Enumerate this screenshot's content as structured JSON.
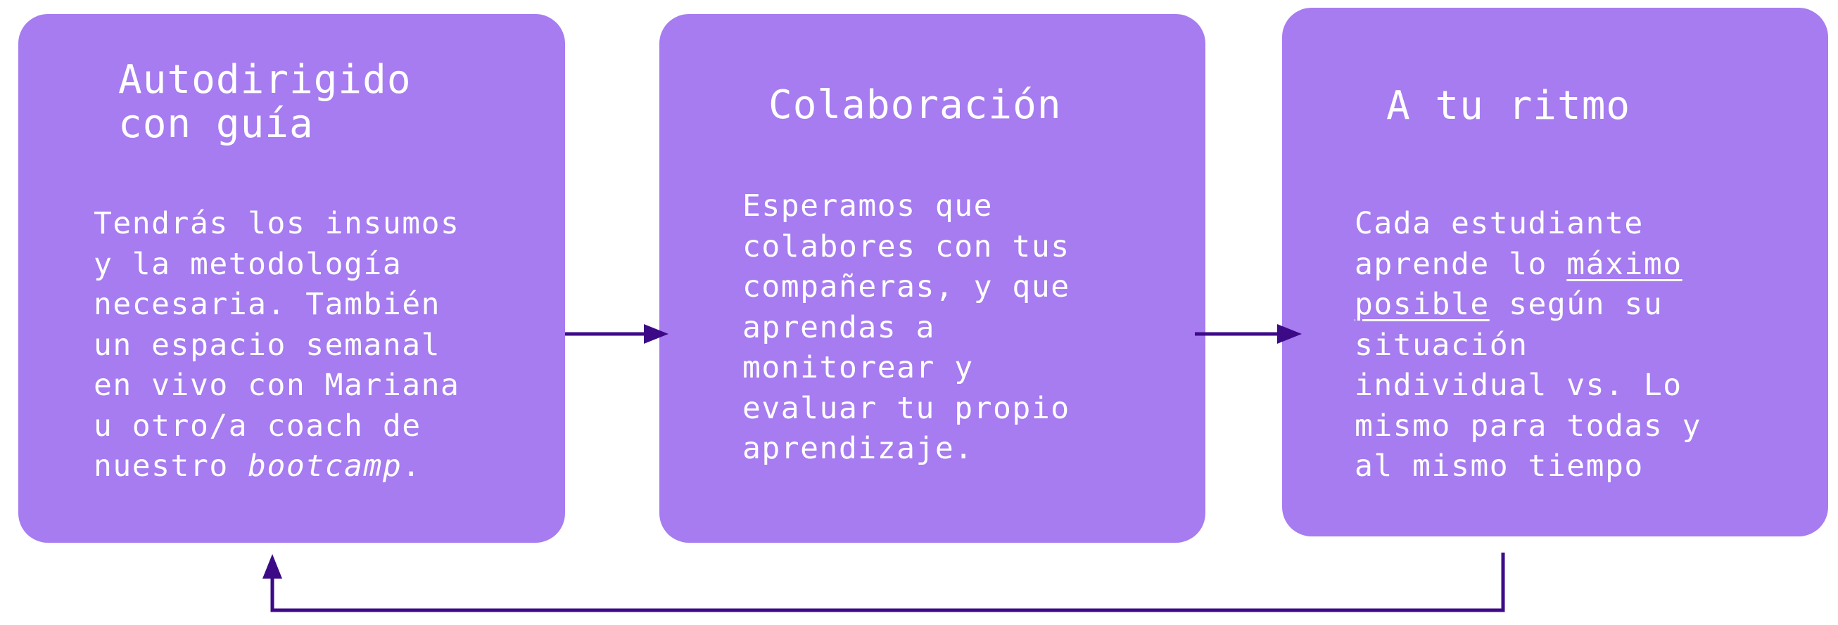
{
  "cards": [
    {
      "title": "Autodirigido\ncon guía",
      "body_lines": [
        "Tendrás los insumos",
        "y la metodología",
        "necesaria. También",
        "un espacio semanal",
        "en vivo con Mariana",
        "u otro/a coach de"
      ],
      "body_last_prefix": "nuestro ",
      "body_last_italic": "bootcamp",
      "body_last_suffix": "."
    },
    {
      "title": "Colaboración",
      "body_lines": [
        "Esperamos que",
        "colabores con tus",
        "compañeras, y que",
        "aprendas a",
        "monitorear y",
        "evaluar tu propio",
        "aprendizaje."
      ]
    },
    {
      "title": "A tu ritmo",
      "body_line_1": "Cada estudiante",
      "body_line_2_prefix": "aprende lo ",
      "body_line_2_underlined": "máximo",
      "body_line_3_underlined": "posible",
      "body_line_3_suffix": " según su",
      "body_lines_rest": [
        "situación",
        "individual vs. Lo",
        "mismo para todas y",
        "al mismo tiempo"
      ]
    }
  ],
  "colors": {
    "card_fill": "#a67cf0",
    "card_text": "#ffffff",
    "arrow": "#3d0a87"
  }
}
